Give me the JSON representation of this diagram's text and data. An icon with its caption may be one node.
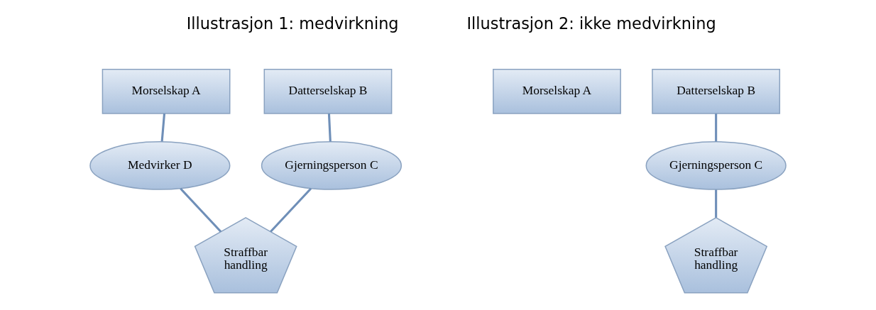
{
  "diagram": {
    "nodes": [
      {
        "text": [
          "Morselskap A"
        ]
      },
      {
        "text": [
          "Datterselskap B"
        ]
      },
      {
        "text": [
          "Medvirker D"
        ]
      },
      {
        "text": [
          "Gjerningsperson C"
        ]
      },
      {
        "text": [
          "Straffbar handling"
        ]
      },
      {
        "text": [
          "Morselskap A"
        ]
      },
      {
        "text": [
          "Datterselskap B"
        ]
      },
      {
        "text": [
          "Gjerningsperson C"
        ]
      },
      {
        "text": [
          "Straffbar handling"
        ]
      }
    ],
    "edges": [
      {
        "from": 0,
        "to": 2,
        "arrow": "none"
      },
      {
        "from": 1,
        "to": 3,
        "arrow": "none"
      },
      {
        "from": 2,
        "to": 4,
        "arrow": "none"
      },
      {
        "from": 3,
        "to": 4,
        "arrow": "none"
      },
      {
        "from": 6,
        "to": 7,
        "arrow": "none"
      },
      {
        "from": 7,
        "to": 8,
        "arrow": "none"
      }
    ],
    "labels": [
      "Illustrasjon 1: medvirkning",
      "Illustrasjon 2: ikke medvirkning"
    ]
  }
}
